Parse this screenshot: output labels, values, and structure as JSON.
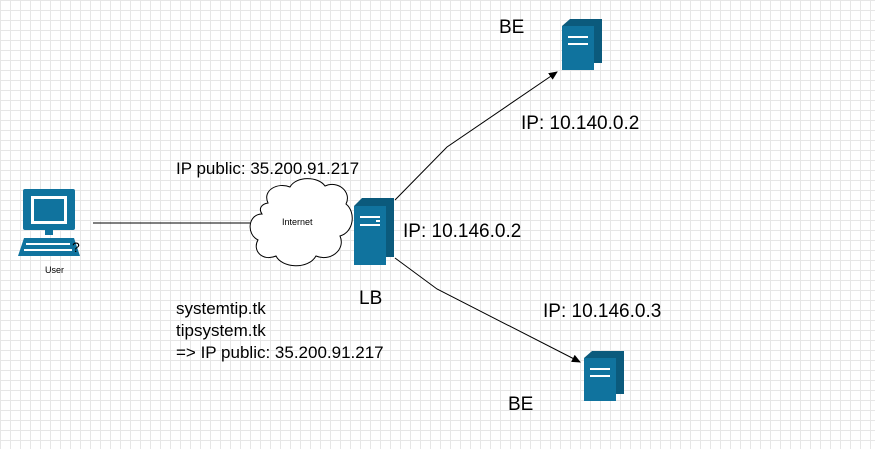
{
  "nodes": {
    "user": {
      "label": "User"
    },
    "internet": {
      "label": "Internet"
    },
    "lb": {
      "label": "LB",
      "ip": "IP: 10.146.0.2"
    },
    "be_top": {
      "label": "BE",
      "ip": "IP: 10.140.0.2"
    },
    "be_bottom": {
      "label": "BE",
      "ip": "IP: 10.146.0.3"
    }
  },
  "annotations": {
    "public_ip": "IP public: 35.200.91.217",
    "dns_lines": [
      "systemtip.tk",
      "tipsystem.tk",
      "=> IP public: 35.200.91.217"
    ]
  },
  "colors": {
    "server_fill": "#10739e",
    "server_stroke": "#0b5a7c",
    "edge": "#000000",
    "grid": "#e6e6e6"
  },
  "icons": {
    "user": "computer-user-icon",
    "internet": "cloud-icon",
    "server": "server-icon"
  }
}
